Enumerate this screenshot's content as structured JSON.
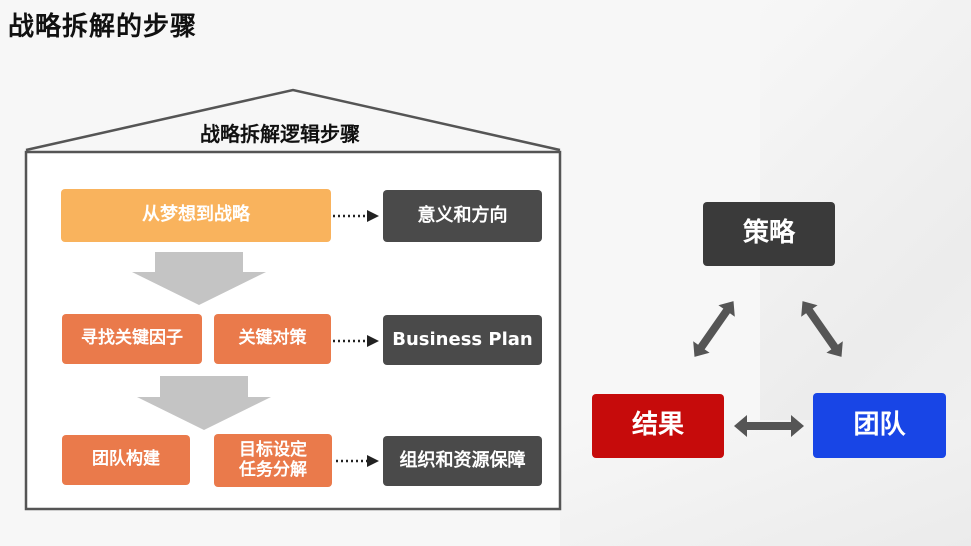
{
  "page": {
    "title": "战略拆解的步骤"
  },
  "house": {
    "title": "战略拆解逻辑步骤",
    "rows": [
      {
        "step": "从梦想到战略",
        "result": "意义和方向"
      },
      {
        "steps": [
          "寻找关键因子",
          "关键对策"
        ],
        "result": "Business Plan"
      },
      {
        "steps": [
          "团队构建",
          "目标设定\n任务分解"
        ],
        "result": "组织和资源保障"
      }
    ]
  },
  "triangle": {
    "top": "策略",
    "left": "结果",
    "right": "团队"
  },
  "colors": {
    "light_orange": "#f9b35d",
    "orange": "#ea7a4b",
    "dark_gray": "#4a4a4a",
    "red": "#c60b0b",
    "blue": "#1845e6"
  }
}
